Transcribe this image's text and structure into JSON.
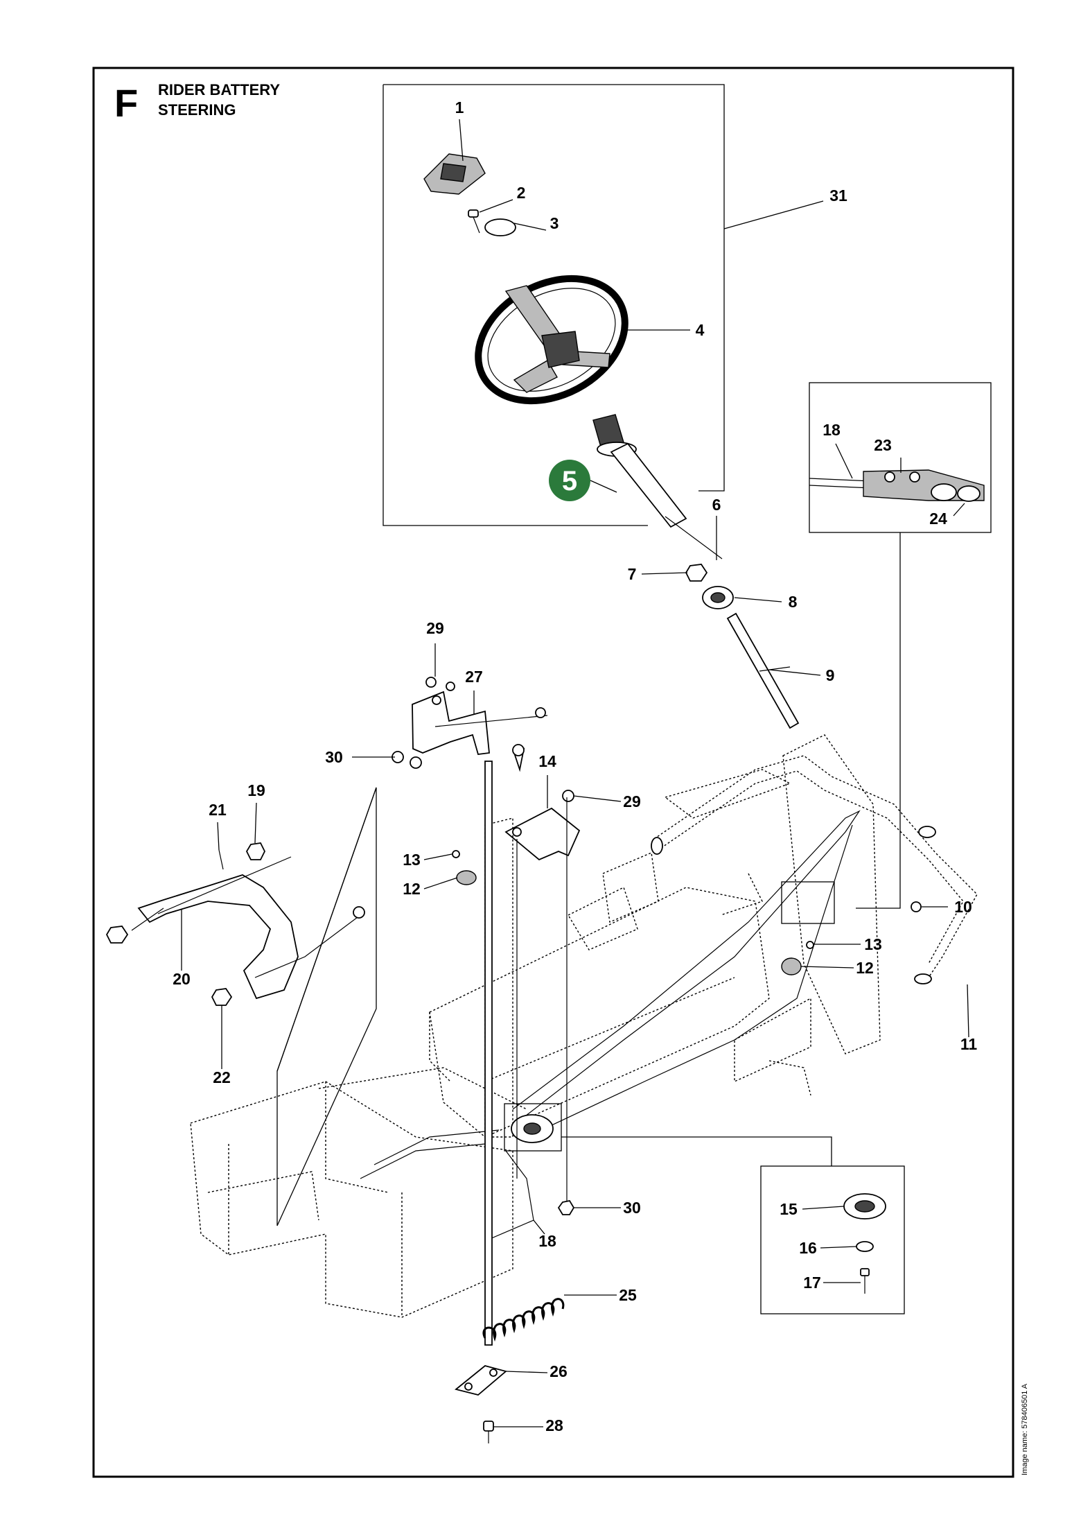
{
  "title": {
    "letter": "F",
    "lines": [
      "RIDER BATTERY",
      "STEERING"
    ]
  },
  "image_name": "Image name: 578406501 A",
  "highlight": {
    "label": "5",
    "color": "#2b7a3b"
  },
  "callouts": [
    {
      "label": "1"
    },
    {
      "label": "2"
    },
    {
      "label": "3"
    },
    {
      "label": "31"
    },
    {
      "label": "4"
    },
    {
      "label": "18"
    },
    {
      "label": "23"
    },
    {
      "label": "24"
    },
    {
      "label": "6"
    },
    {
      "label": "7"
    },
    {
      "label": "8"
    },
    {
      "label": "29"
    },
    {
      "label": "27"
    },
    {
      "label": "9"
    },
    {
      "label": "30"
    },
    {
      "label": "14"
    },
    {
      "label": "21"
    },
    {
      "label": "19"
    },
    {
      "label": "29"
    },
    {
      "label": "13"
    },
    {
      "label": "12"
    },
    {
      "label": "10"
    },
    {
      "label": "13"
    },
    {
      "label": "12"
    },
    {
      "label": "20"
    },
    {
      "label": "11"
    },
    {
      "label": "22"
    },
    {
      "label": "15"
    },
    {
      "label": "30"
    },
    {
      "label": "16"
    },
    {
      "label": "18"
    },
    {
      "label": "17"
    },
    {
      "label": "25"
    },
    {
      "label": "26"
    },
    {
      "label": "28"
    }
  ]
}
